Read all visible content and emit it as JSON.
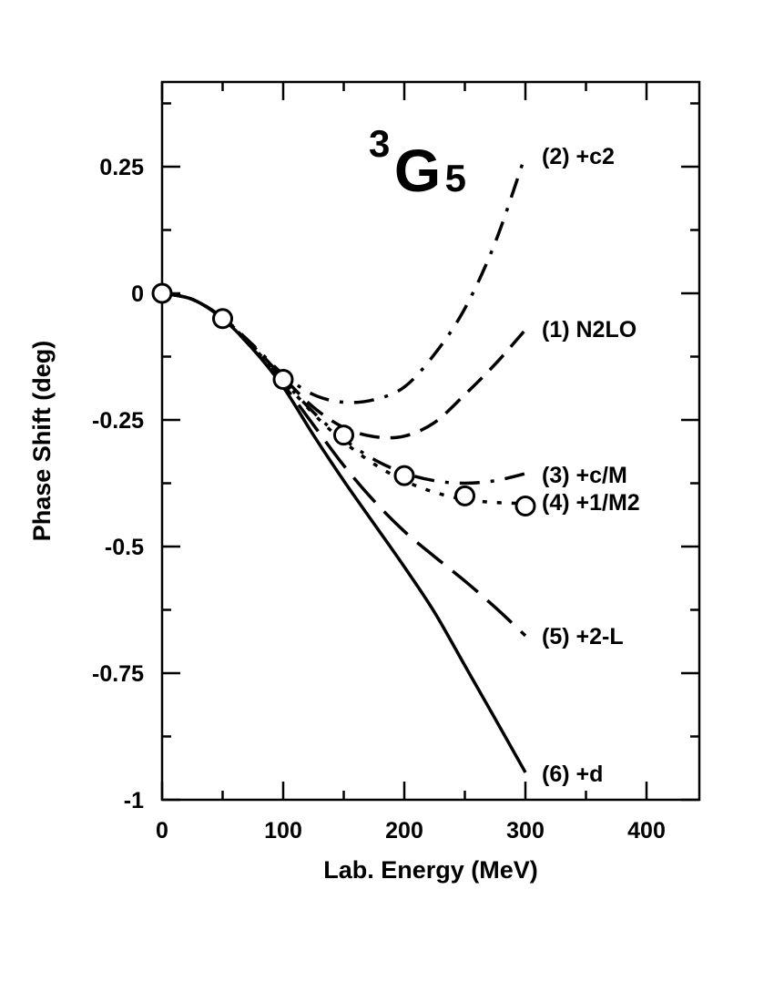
{
  "chart_data": {
    "type": "line",
    "title": {
      "superscript": "3",
      "main": "G",
      "subscript": "5"
    },
    "xlabel": "Lab. Energy (MeV)",
    "ylabel": "Phase Shift (deg)",
    "xlim": [
      0,
      444
    ],
    "ylim": [
      -1,
      0.417
    ],
    "xticks": [
      0,
      100,
      200,
      300,
      400
    ],
    "xtick_labels": [
      "0",
      "100",
      "200",
      "300",
      "400"
    ],
    "xminor": [
      50,
      150,
      250,
      350
    ],
    "yticks": [
      0.25,
      0,
      -0.25,
      -0.5,
      -0.75,
      -1
    ],
    "ytick_labels": [
      "0.25",
      "0",
      "-0.25",
      "-0.5",
      "-0.75",
      "-1"
    ],
    "yminor": [
      0.375,
      0.125,
      -0.125,
      -0.375,
      -0.625,
      -0.875
    ],
    "grid": false,
    "legend": "inline labels at curve ends (x=300)",
    "series": [
      {
        "name": "(2) +c2",
        "style": "dash-dot",
        "x": [
          0,
          25,
          50,
          75,
          100,
          125,
          150,
          175,
          200,
          225,
          250,
          275,
          300
        ],
        "y": [
          0,
          -0.012,
          -0.048,
          -0.102,
          -0.16,
          -0.2,
          -0.215,
          -0.21,
          -0.185,
          -0.12,
          -0.03,
          0.1,
          0.273
        ]
      },
      {
        "name": "(1) N2LO",
        "style": "dashed",
        "x": [
          0,
          25,
          50,
          75,
          100,
          125,
          150,
          175,
          200,
          225,
          250,
          275,
          300
        ],
        "y": [
          0,
          -0.012,
          -0.049,
          -0.104,
          -0.166,
          -0.225,
          -0.265,
          -0.283,
          -0.282,
          -0.255,
          -0.2,
          -0.14,
          -0.072
        ]
      },
      {
        "name": "(3) +c/M",
        "style": "dash-dot",
        "x": [
          0,
          25,
          50,
          75,
          100,
          125,
          150,
          175,
          200,
          225,
          250,
          275,
          300
        ],
        "y": [
          0,
          -0.012,
          -0.049,
          -0.106,
          -0.172,
          -0.235,
          -0.288,
          -0.328,
          -0.355,
          -0.37,
          -0.375,
          -0.37,
          -0.356
        ]
      },
      {
        "name": "(4) +1/M2",
        "style": "dotted",
        "x": [
          0,
          25,
          50,
          75,
          100,
          125,
          150,
          175,
          200,
          225,
          250,
          275,
          300
        ],
        "y": [
          0,
          -0.012,
          -0.049,
          -0.106,
          -0.172,
          -0.238,
          -0.293,
          -0.337,
          -0.37,
          -0.393,
          -0.407,
          -0.413,
          -0.415
        ]
      },
      {
        "name": "(5) +2-L",
        "style": "long-dash",
        "x": [
          0,
          25,
          50,
          75,
          100,
          125,
          150,
          175,
          200,
          225,
          250,
          275,
          300
        ],
        "y": [
          0,
          -0.012,
          -0.05,
          -0.11,
          -0.18,
          -0.26,
          -0.34,
          -0.41,
          -0.47,
          -0.52,
          -0.568,
          -0.62,
          -0.676
        ]
      },
      {
        "name": "(6) +d",
        "style": "solid",
        "x": [
          0,
          25,
          50,
          75,
          100,
          125,
          150,
          175,
          200,
          225,
          250,
          275,
          300
        ],
        "y": [
          0,
          -0.012,
          -0.05,
          -0.11,
          -0.185,
          -0.28,
          -0.37,
          -0.455,
          -0.54,
          -0.63,
          -0.735,
          -0.84,
          -0.946
        ]
      }
    ],
    "scatter": {
      "name": "data points (open circles)",
      "x": [
        0,
        50,
        100,
        150,
        200,
        250,
        300
      ],
      "y": [
        0,
        -0.05,
        -0.17,
        -0.28,
        -0.36,
        -0.4,
        -0.42
      ]
    }
  }
}
